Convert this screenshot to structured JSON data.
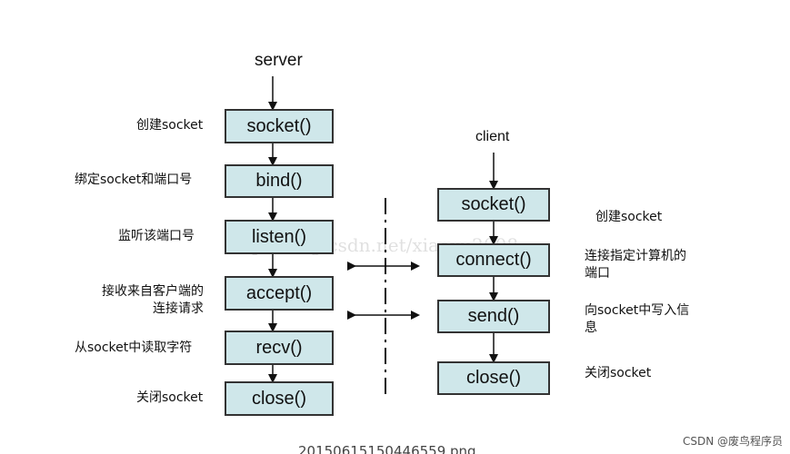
{
  "server": {
    "title": "server",
    "steps": [
      {
        "box": "socket()",
        "desc": [
          "创建socket"
        ]
      },
      {
        "box": "bind()",
        "desc": [
          "绑定socket和端口号"
        ]
      },
      {
        "box": "listen()",
        "desc": [
          "监听该端口号"
        ]
      },
      {
        "box": "accept()",
        "desc": [
          "接收来自客户端的",
          "连接请求"
        ]
      },
      {
        "box": "recv()",
        "desc": [
          "从socket中读取字符"
        ]
      },
      {
        "box": "close()",
        "desc": [
          "关闭socket"
        ]
      }
    ]
  },
  "client": {
    "title": "client",
    "steps": [
      {
        "box": "socket()",
        "desc": [
          "创建socket"
        ]
      },
      {
        "box": "connect()",
        "desc": [
          "连接指定计算机的",
          "端口"
        ]
      },
      {
        "box": "send()",
        "desc": [
          "向socket中写入信",
          "息"
        ]
      },
      {
        "box": "close()",
        "desc": [
          "关闭socket"
        ]
      }
    ]
  },
  "watermark": "http://blog.csdn.net/xiaoxu2008",
  "filename": "20150615150446559.png",
  "credit": "CSDN @废鸟程序员",
  "colors": {
    "box_fill": "#cfe7ea",
    "box_border": "#333333",
    "arrow": "#111111"
  }
}
